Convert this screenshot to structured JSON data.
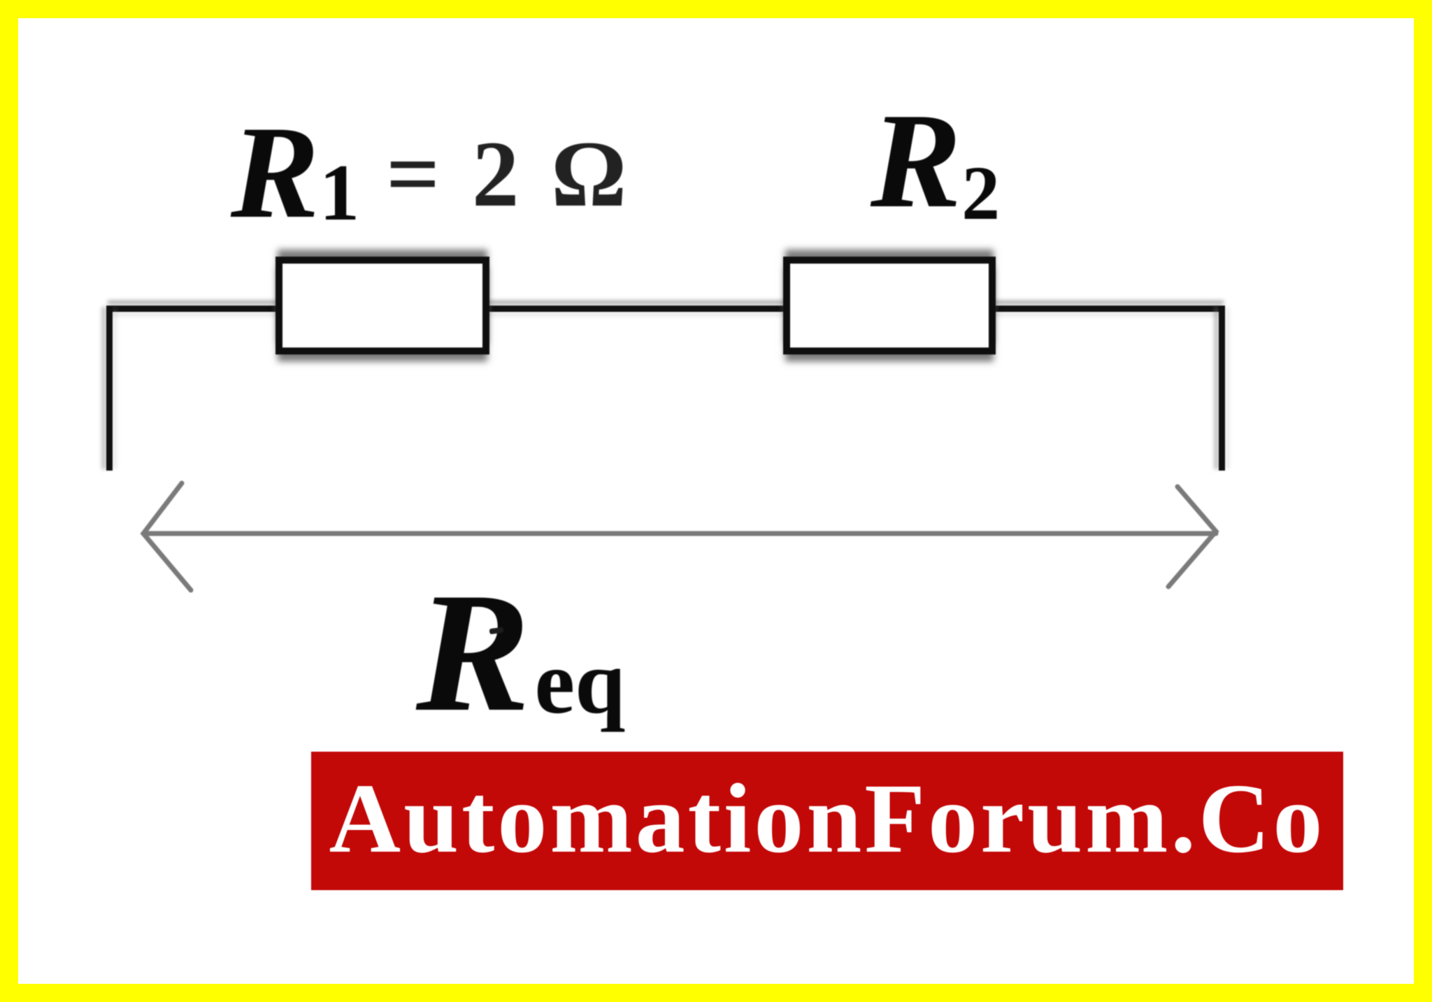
{
  "figure": {
    "type": "series-resistor-circuit-diagram",
    "background": "#ffffff",
    "frame_color": "#ffff00",
    "wire_color": "#101010",
    "arrow_color": "#7a7a7a"
  },
  "labels": {
    "r1": {
      "symbol": "R",
      "subscript": "1",
      "value": "= 2 Ω"
    },
    "r2": {
      "symbol": "R",
      "subscript": "2"
    },
    "req": {
      "symbol": "R",
      "subscript": "eq"
    }
  },
  "banner": {
    "text": "AutomationForum.Co",
    "background": "#c30808",
    "text_color": "#ffffff"
  }
}
